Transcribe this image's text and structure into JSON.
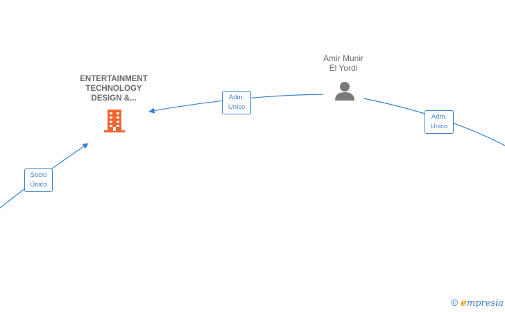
{
  "company": {
    "name_lines": [
      "ENTERTAINMENT",
      "TECHNOLOGY",
      "DESIGN &..."
    ],
    "icon": "building-icon"
  },
  "person": {
    "name_lines": [
      "Amir Munir",
      "El Yordi"
    ],
    "icon": "person-icon"
  },
  "edges": [
    {
      "label_lines": [
        "Adm.",
        "Unico"
      ]
    },
    {
      "label_lines": [
        "Adm.",
        "Unico"
      ]
    },
    {
      "label_lines": [
        "Socio",
        "Único"
      ]
    }
  ],
  "colors": {
    "edge": "#3b7fd1",
    "company_icon": "#f26430",
    "person_icon": "#7a7a7a",
    "label_text": "#6b6b6b"
  },
  "watermark": {
    "copyright": "©",
    "brand_initial": "e",
    "brand_rest": "mpresia"
  }
}
